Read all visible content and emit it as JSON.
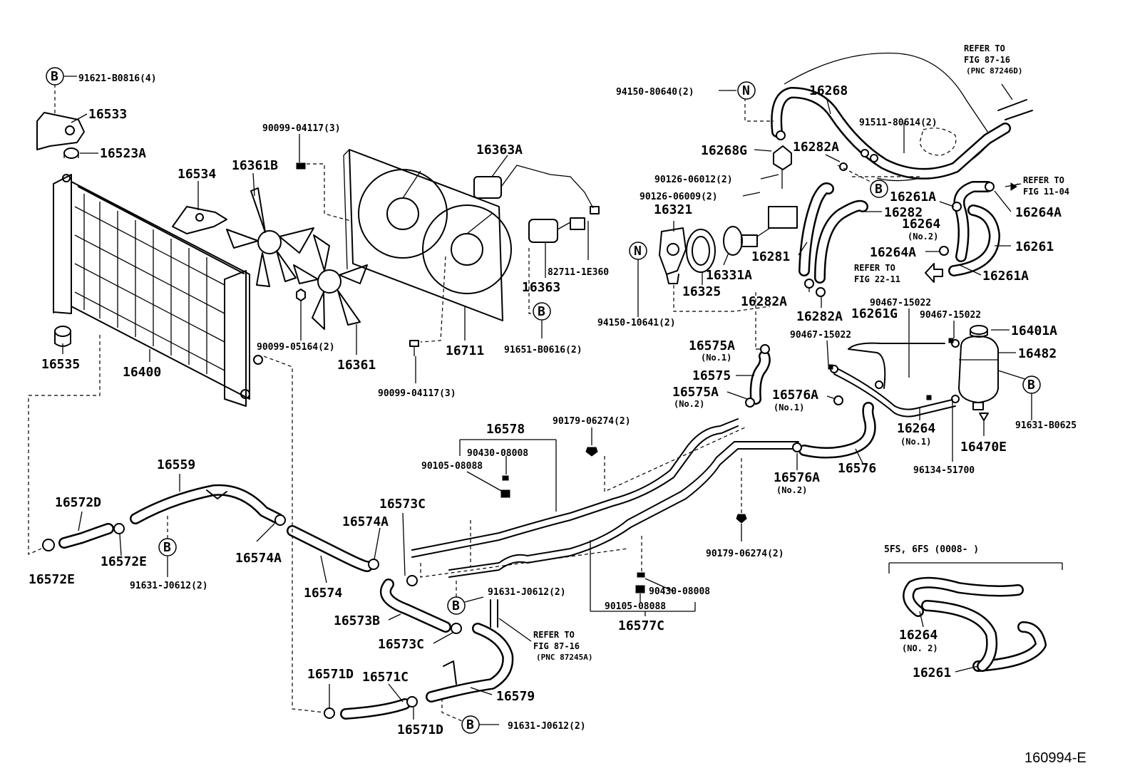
{
  "diagram_id": "160994-E",
  "callouts": {
    "c01": "91621-B0816(4)",
    "c02": "16533",
    "c03": "16523A",
    "c04": "16534",
    "c05": "16361B",
    "c06": "90099-04117(3)",
    "c07": "16363A",
    "c08": "16400",
    "c09": "16535",
    "c10": "90099-05164(2)",
    "c11": "16361",
    "c12": "16711",
    "c13": "90099-04117(3)",
    "c14": "82711-1E360",
    "c15": "16363",
    "c16": "91651-B0616(2)",
    "c17": "94150-80640(2)",
    "c18": "16268",
    "c19": "91511-80614(2)",
    "c20": "16268G",
    "c21": "16282A",
    "c22": "90126-06012(2)",
    "c23": "90126-06009(2)",
    "c24": "16321",
    "c25": "16282",
    "c26": "16281",
    "c27": "16331A",
    "c28": "16325",
    "c29": "94150-10641(2)",
    "c30": "16282A",
    "c31": "16282A",
    "c32": "16261A",
    "c33": "16264A",
    "c34": "16264",
    "c35": "16261",
    "c36": "16264A",
    "c37": "16261A",
    "c38": "90467-15022",
    "c39": "16261G",
    "c40": "90467-15022",
    "c41": "90467-15022",
    "c42": "16401A",
    "c43": "16482",
    "c44": "91631-B0625",
    "c45": "16264",
    "c46": "16470E",
    "c47": "96134-51700",
    "c48": "16575A",
    "c49": "16575",
    "c50": "16575A",
    "c51": "16576A",
    "c52": "16576A",
    "c53": "16576",
    "c54": "16578",
    "c55": "90179-06274(2)",
    "c56": "90430-08008",
    "c57": "90105-08088",
    "c58": "16559",
    "c59": "16572D",
    "c60": "16572E",
    "c61": "16572E",
    "c62": "91631-J0612(2)",
    "c63": "16574A",
    "c64": "16574A",
    "c65": "16574",
    "c66": "16573C",
    "c67": "16573B",
    "c68": "16573C",
    "c69": "91631-J0612(2)",
    "c70": "16571D",
    "c71": "16571C",
    "c72": "16571D",
    "c73": "16579",
    "c74": "91631-J0612(2)",
    "c75": "90179-06274(2)",
    "c76": "90430-08008",
    "c77": "90105-08088",
    "c78": "16577C",
    "c79": "16264",
    "c80": "16261"
  },
  "position_notes": {
    "n_264_2": "(No.2)",
    "n_575_1": "(No.1)",
    "n_575_2": "(No.2)",
    "n_576_1": "(No.1)",
    "n_576_2": "(No.2)",
    "n_264_1": "(No.1)",
    "n_inset_264": "(NO. 2)"
  },
  "references": {
    "r1_l1": "REFER TO",
    "r1_l2": "FIG 87-16",
    "r1_l3": "(PNC 87246D)",
    "r2_l1": "REFER TO",
    "r2_l2": "FIG 11-04",
    "r3_l1": "REFER TO",
    "r3_l2": "FIG 22-11",
    "r4_l1": "REFER TO",
    "r4_l2": "FIG 87-16",
    "r4_l3": "(PNC 87245A)"
  },
  "symbols": {
    "bolt": "B",
    "nut": "N"
  },
  "inset": {
    "title": "5FS, 6FS (0008-        )"
  }
}
